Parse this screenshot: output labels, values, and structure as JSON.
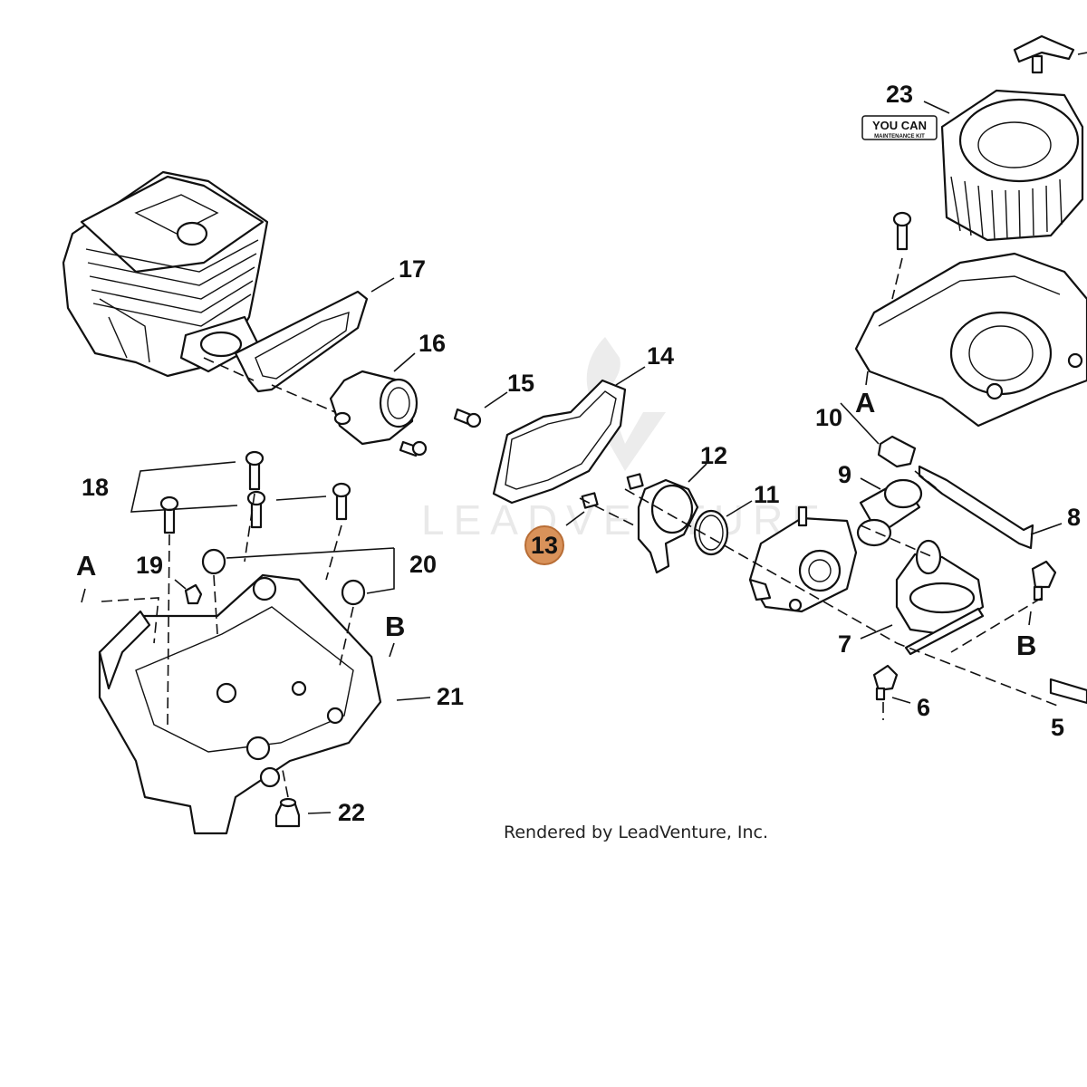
{
  "watermark": {
    "text": "LEADVENTURE"
  },
  "credit": {
    "text": "Rendered by LeadVenture, Inc."
  },
  "kit_badge": {
    "top": "YOU CAN",
    "bottom": "MAINTENANCE KIT"
  },
  "highlight_color": "#d9925a",
  "callouts": {
    "n5": "5",
    "n6": "6",
    "n7": "7",
    "n8": "8",
    "n9": "9",
    "n10": "10",
    "n11": "11",
    "n12": "12",
    "n13": "13",
    "n14": "14",
    "n15": "15",
    "n16": "16",
    "n17": "17",
    "n18": "18",
    "n19": "19",
    "n20": "20",
    "n21": "21",
    "n22": "22",
    "n23": "23"
  },
  "refs": {
    "a": "A",
    "b": "B"
  }
}
